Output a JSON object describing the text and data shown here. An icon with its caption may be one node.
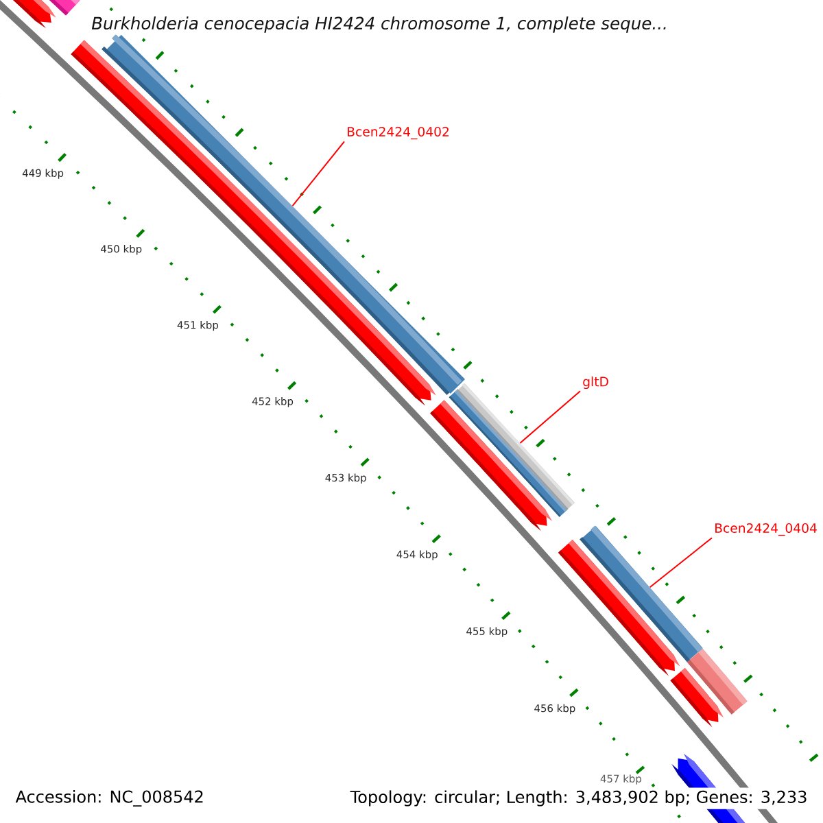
{
  "diagram": {
    "title": "Burkholderia cenocepacia HI2424 chromosome 1, complete seque...",
    "nodes": [
      {
        "text": [
          "Bcen2424_0402"
        ]
      },
      {
        "text": [],
        "shape": "bar"
      },
      {
        "text": [
          "gltD"
        ]
      },
      {
        "text": [],
        "shape": "bar"
      },
      {
        "text": [
          "Bcen2424_0404"
        ]
      },
      {
        "text": [],
        "shape": "bar"
      }
    ],
    "edges": [
      {
        "from": 0,
        "to": 1,
        "arrow": "none"
      },
      {
        "from": 2,
        "to": 3,
        "arrow": "none"
      },
      {
        "from": 4,
        "to": 5,
        "arrow": "none"
      }
    ],
    "labels": [
      "449 kbp",
      "450 kbp",
      "451 kbp",
      "452 kbp",
      "453 kbp",
      "454 kbp",
      "455 kbp",
      "456 kbp",
      "457 kbp",
      "Accession: NC_008542",
      "Topology: circular; Length: 3,483,902 bp; Genes: 3,233"
    ]
  }
}
